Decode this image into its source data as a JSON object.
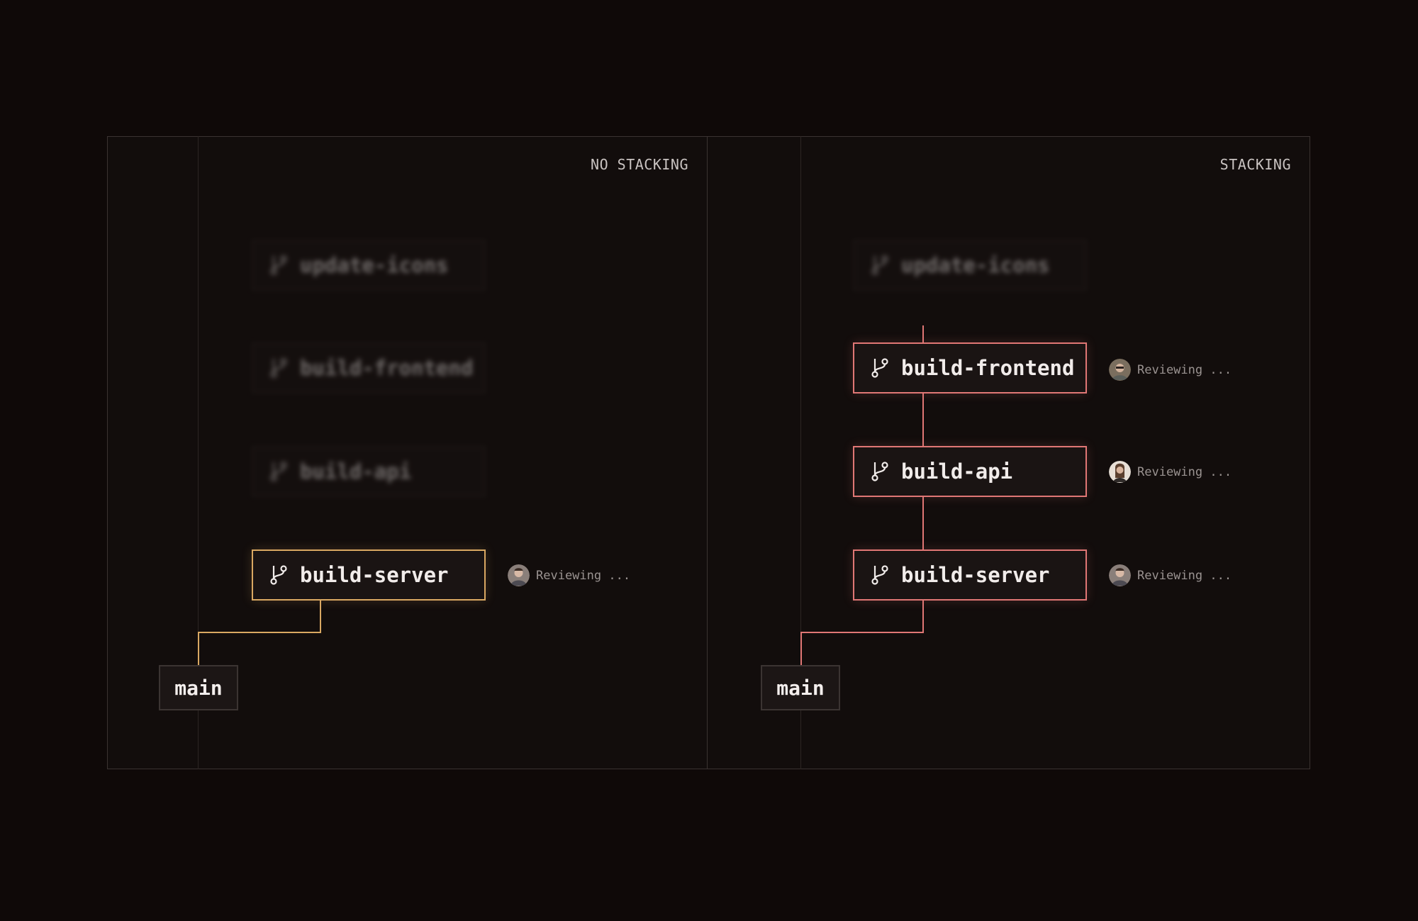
{
  "panels": {
    "left": {
      "label": "NO STACKING",
      "branches": [
        "update-icons",
        "build-frontend",
        "build-api",
        "build-server"
      ],
      "main_label": "main",
      "reviewer_text": "Reviewing ..."
    },
    "right": {
      "label": "STACKING",
      "branches": [
        "update-icons",
        "build-frontend",
        "build-api",
        "build-server"
      ],
      "main_label": "main",
      "reviewers": [
        "Reviewing ...",
        "Reviewing ...",
        "Reviewing ..."
      ]
    }
  },
  "colors": {
    "background": "#0f0908",
    "panel": "#120d0c",
    "accent_gold": "#d9a862",
    "accent_pink": "#e07775",
    "text": "#f1ecea",
    "muted": "#9a9391"
  },
  "icons": [
    "git-branch-icon",
    "avatar"
  ]
}
